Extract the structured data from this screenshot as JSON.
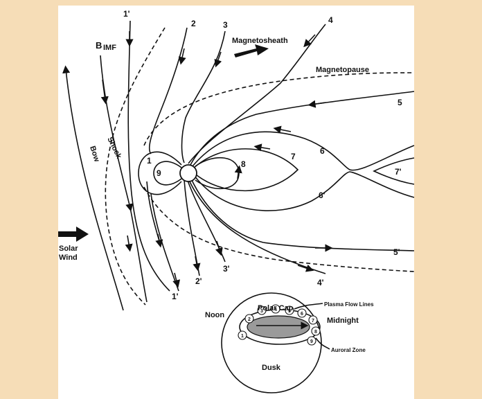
{
  "labels": {
    "bimf_b": "B",
    "bimf_sub": "IMF",
    "bow_shock_1": "Bow",
    "bow_shock_2": "Shock",
    "magnetosheath": "Magnetosheath",
    "magnetopause": "Magnetopause",
    "solar_wind_1": "Solar",
    "solar_wind_2": "Wind",
    "polar_cap": "Polar Cap",
    "plasma_flow_lines": "Plasma Flow Lines",
    "noon": "Noon",
    "midnight": "Midnight",
    "auroral_zone": "Auroral Zone",
    "dusk": "Dusk"
  },
  "line_numbers": {
    "n1p_top": "1'",
    "n2": "2",
    "n3": "3",
    "n4": "4",
    "n5": "5",
    "n6": "6",
    "n7": "7",
    "n8": "8",
    "n9": "9",
    "n1": "1",
    "n6p": "6'",
    "n7p": "7'",
    "n5p": "5'",
    "n4p": "4'",
    "n3p": "3'",
    "n2p": "2'",
    "n1p_bottom": "1'"
  },
  "polar_numbers": [
    "1",
    "2",
    "3",
    "4",
    "5",
    "6",
    "7",
    "8",
    "9"
  ],
  "colors": {
    "background": "#f6ddb7",
    "panel": "#ffffff",
    "ink": "#111111",
    "auroral_fill": "#9a9a9a"
  }
}
